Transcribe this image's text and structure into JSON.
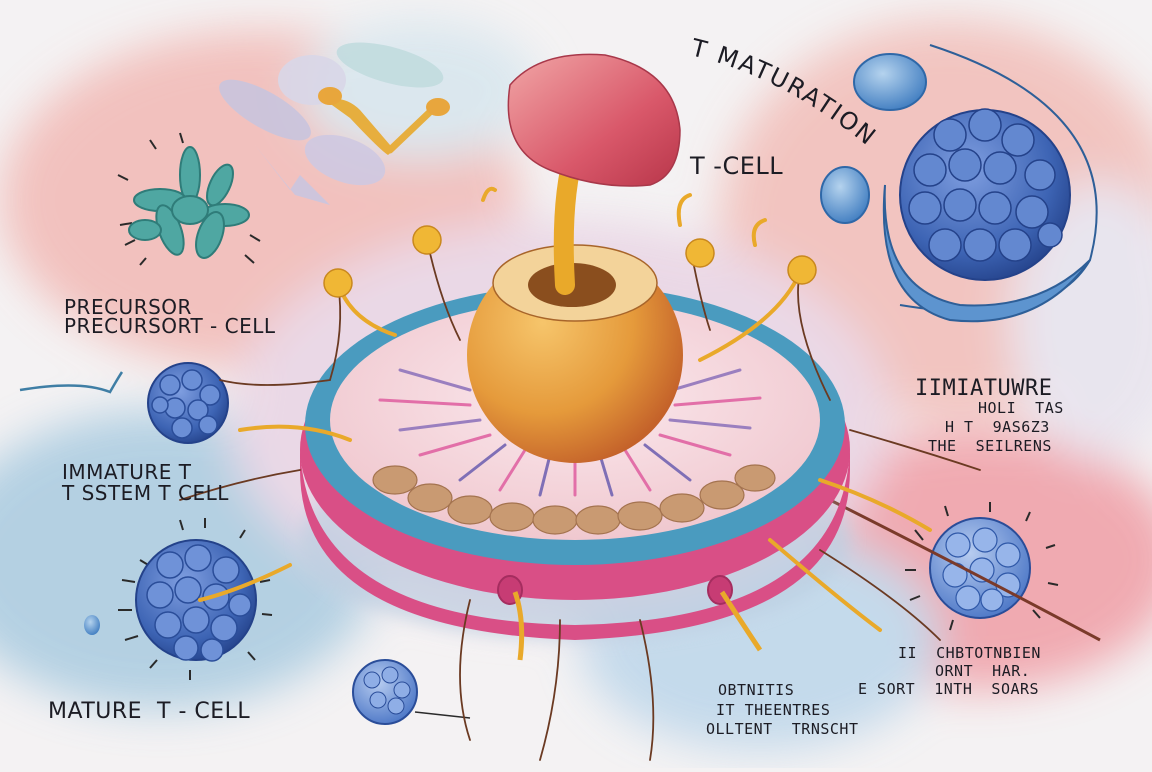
{
  "diagram": {
    "title_arc": "T MATURATION",
    "center_label": "T -CELL",
    "labels": {
      "precursor": [
        "PRECURSOR",
        "PRECURSORT - CELL"
      ],
      "immature_left": [
        "IMMATURE T",
        "T SSTEM T CELL"
      ],
      "mature": "MATURE  T - CELL",
      "immature_right": [
        "IIMIATUWRE",
        "HOLI  TAS",
        "H T  9AS6Z3",
        "THE  SEILRENS"
      ],
      "bottom_right": [
        "II  CHBTOTNBIEN",
        "ORNT  HAR.",
        "E SORT  1NTH  SOARS"
      ],
      "bottom_center": [
        "OBTNITIS",
        "IT THEENTRES",
        "OLLTENT  TRNSCHT"
      ]
    },
    "icons": {
      "precursor_cell": "teal-amoeboid-cell",
      "immature_cell_left": "blue-cluster-cell",
      "mature_cell": "blue-cluster-cell-large",
      "small_cell_bottom": "blue-cluster-cell-small",
      "cell_top_right": "blue-cluster-cell-large",
      "cell_right": "light-blue-cluster-cell",
      "central_organelle": "ring-dish-with-sphere",
      "mushroom_receptor": "pink-mushroom-cap"
    },
    "colors": {
      "teal": "#3f9a96",
      "blue_cell": "#3d64b4",
      "pink_ring": "#d94f86",
      "blue_ring": "#4a9bbf",
      "orange_sphere": "#e59a3b",
      "yellow_stalk": "#e9a92a",
      "pink_cap": "#d9586a",
      "text": "#1c1c24"
    }
  }
}
